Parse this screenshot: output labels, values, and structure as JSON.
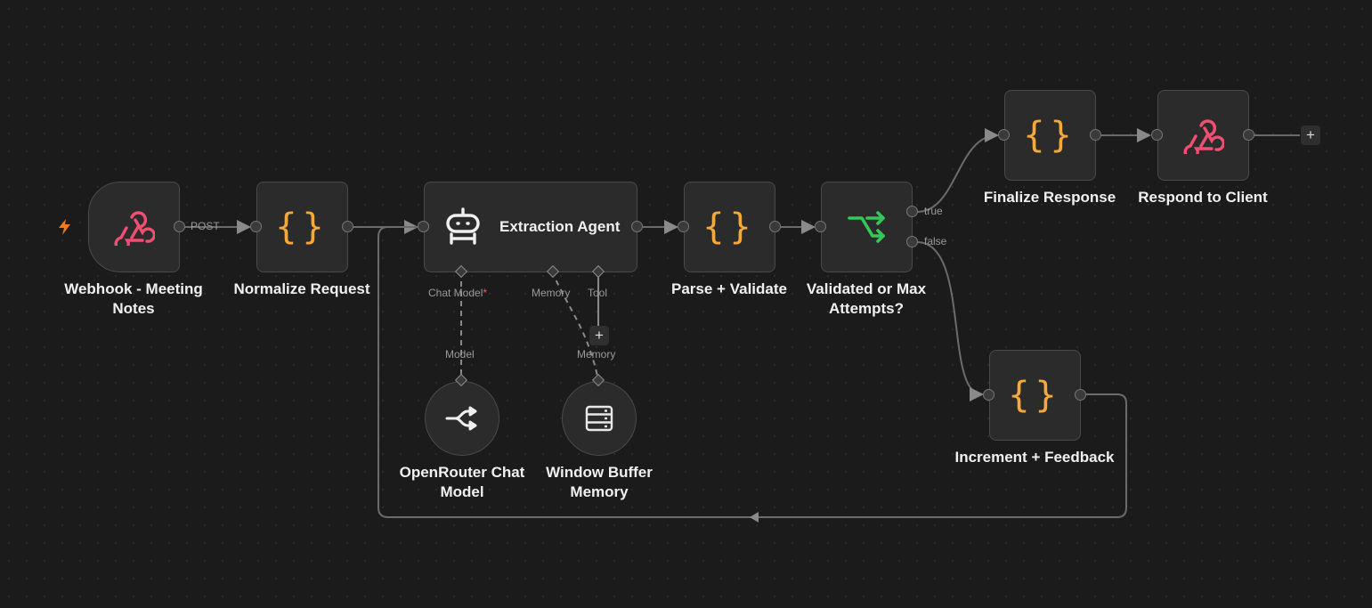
{
  "nodes": {
    "webhook": {
      "title": "Webhook - Meeting Notes",
      "output_label": "POST",
      "icon": "webhook-icon"
    },
    "normalize": {
      "title": "Normalize Request",
      "icon": "code-braces-icon"
    },
    "agent": {
      "title": "Extraction Agent",
      "icon": "robot-icon",
      "inputs": {
        "chat_model": "Chat Model",
        "required_mark": "*",
        "memory": "Memory",
        "tool": "Tool"
      }
    },
    "parse": {
      "title": "Parse + Validate",
      "icon": "code-braces-icon"
    },
    "if": {
      "title": "Validated or Max Attempts?",
      "icon": "branch-icon",
      "true_label": "true",
      "false_label": "false"
    },
    "finalize": {
      "title": "Finalize Response",
      "icon": "code-braces-icon"
    },
    "respond": {
      "title": "Respond to Client",
      "icon": "webhook-icon"
    },
    "increment": {
      "title": "Increment + Feedback",
      "icon": "code-braces-icon"
    },
    "openrouter": {
      "title": "OpenRouter Chat Model",
      "port_label": "Model",
      "icon": "openrouter-icon"
    },
    "memory": {
      "title": "Window Buffer Memory",
      "port_label": "Memory",
      "icon": "database-icon"
    }
  },
  "buttons": {
    "add": "+"
  },
  "colors": {
    "canvas": "#1b1b1b",
    "node_bg": "#2b2b2b",
    "node_border": "#4a4a4a",
    "edge": "#6b6b6b",
    "code": "#f5a93b",
    "webhook": "#ef4f73",
    "if": "#35c759",
    "trigger_bolt": "#ef7b22"
  }
}
